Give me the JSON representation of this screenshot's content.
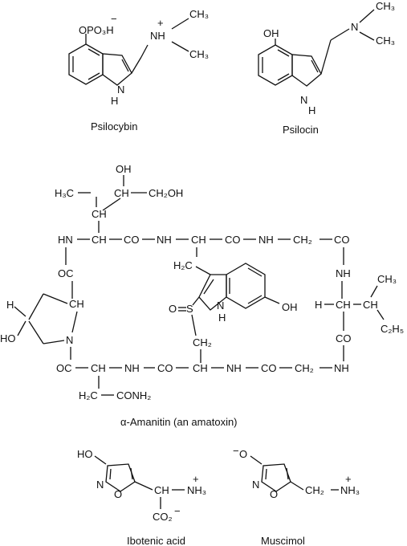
{
  "captions": {
    "psilocybin": "Psilocybin",
    "psilocin": "Psilocin",
    "amanitin": "α-Amanitin (an amatoxin)",
    "ibotenic": "Ibotenic acid",
    "muscimol": "Muscimol"
  },
  "psilocybin": {
    "opo3h": "OPO₃H",
    "minus": "−",
    "nh": "NH",
    "plus": "+",
    "ch3_top": "CH₃",
    "ch3_bottom": "CH₃",
    "indole_h": "H",
    "indole_n": "N"
  },
  "psilocin": {
    "oh": "OH",
    "n": "N",
    "ch3_top": "CH₃",
    "ch3_bottom": "CH₃",
    "indole_n": "N",
    "indole_h": "H"
  },
  "amanitin": {
    "oh_top": "OH",
    "h3c": "H₃C",
    "ch_side": "CH",
    "ch2oh": "CH₂OH",
    "ch_mid": "CH",
    "ch_row1": "CH",
    "hn": "HN",
    "co1": "CO",
    "nh1": "NH",
    "ch_row1b": "CH",
    "co2": "CO",
    "nh2": "NH",
    "ch2": "CH₂",
    "co3": "CO",
    "oc_left": "OC",
    "h2c": "H₂C",
    "h_left": "H",
    "ch_ring": "CH",
    "ho": "HO",
    "n_ring": "N",
    "so": "O",
    "s": "S",
    "indole_n": "N",
    "indole_h": "H",
    "oh_right": "OH",
    "nh_right": "NH",
    "ch3_right": "CH₃",
    "h_right": "H",
    "ch_right": "CH",
    "ch_right2": "CH",
    "c2h5": "C₂H₅",
    "co_right": "CO",
    "ch2_mid": "CH₂",
    "oc_bottom": "OC",
    "ch_b1": "CH",
    "nh_b1": "NH",
    "co_b1": "CO",
    "ch_b2": "CH",
    "nh_b2": "NH",
    "co_b2": "CO",
    "ch2_b": "CH₂",
    "nh_b3": "NH",
    "h2c_b": "H₂C",
    "conh2": "CONH₂"
  },
  "ibotenic": {
    "ho": "HO",
    "n": "N",
    "o": "O",
    "ch": "CH",
    "nh3": "NH₃",
    "plus": "+",
    "co2": "CO₂",
    "minus": "−"
  },
  "muscimol": {
    "minus": "−",
    "o": "O",
    "n": "N",
    "ring_o": "O",
    "ch2": "CH₂",
    "nh3": "NH₃",
    "plus": "+"
  }
}
